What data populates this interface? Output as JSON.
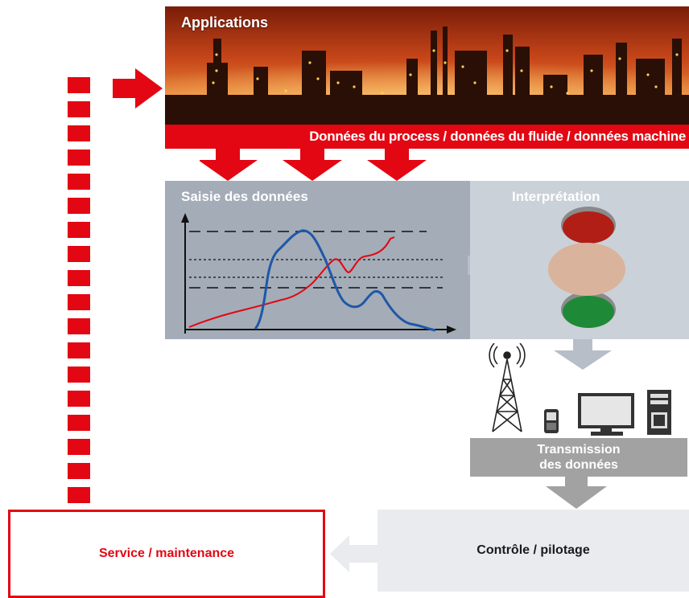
{
  "applications": {
    "title": "Applications",
    "banner": "Données du process / données du fluide / données machine"
  },
  "acquisition": {
    "title": "Saisie des données"
  },
  "interpretation": {
    "title": "Interprétation"
  },
  "transmission": {
    "line1": "Transmission",
    "line2": "des données"
  },
  "control": {
    "label": "Contrôle / pilotage"
  },
  "service": {
    "label": "Service / maintenance"
  },
  "colors": {
    "accent_red": "#e30613",
    "panel_dark": "#a3acb7",
    "panel_light": "#cbd1d8",
    "arrow_gray": "#b7bec8",
    "light_red": "#b01e16",
    "light_amber": "#d9b39b",
    "light_green": "#1e8a37"
  },
  "icons": [
    "radio-tower-icon",
    "mobile-phone-icon",
    "monitor-icon",
    "pc-tower-icon"
  ]
}
